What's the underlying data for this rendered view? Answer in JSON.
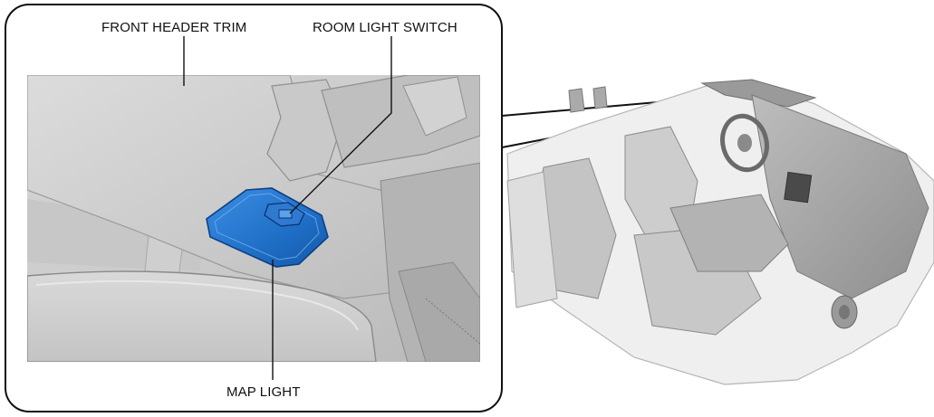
{
  "labels": {
    "front_header_trim": "FRONT HEADER TRIM",
    "room_light_switch": "ROOM LIGHT SWITCH",
    "map_light": "MAP LIGHT"
  },
  "colors": {
    "map_light_fill": "#1f6fc7",
    "map_light_edge": "#0d3f86",
    "frame": "#111111",
    "background": "#ffffff"
  }
}
